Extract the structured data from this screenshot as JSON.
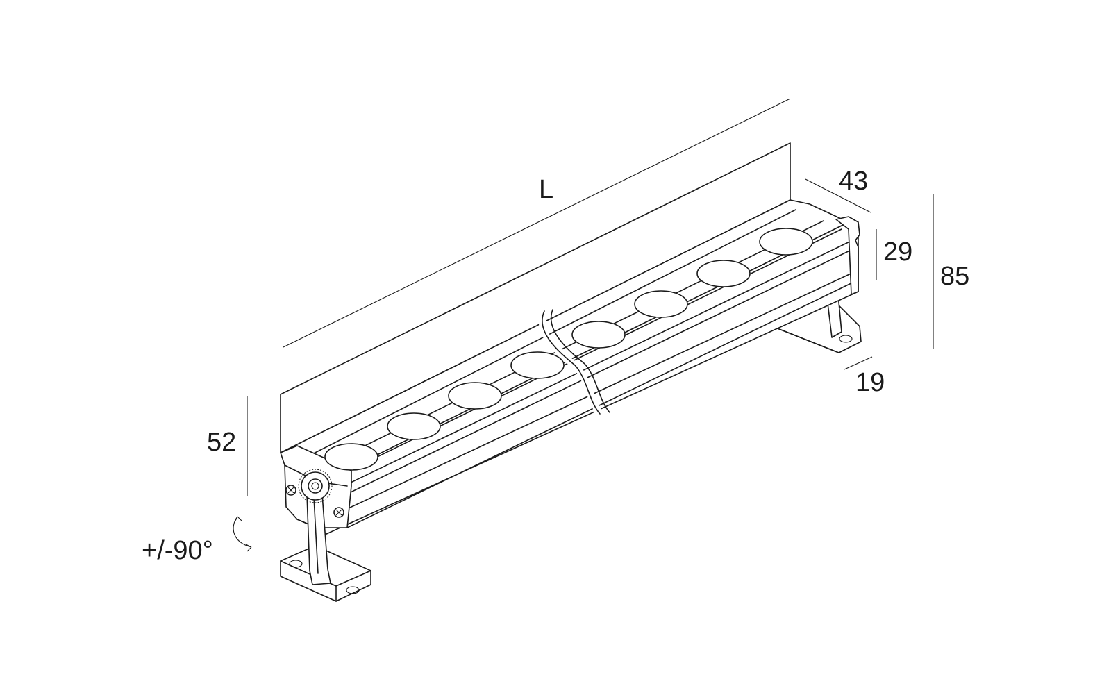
{
  "dimensions": {
    "length": "L",
    "width": "43",
    "body_height": "29",
    "total_height": "85",
    "bracket_offset": "19",
    "front_height": "52",
    "rotation": "+/-90°"
  },
  "lens_count": 8,
  "colors": {
    "line": "#1a1a1a",
    "background": "#ffffff"
  }
}
